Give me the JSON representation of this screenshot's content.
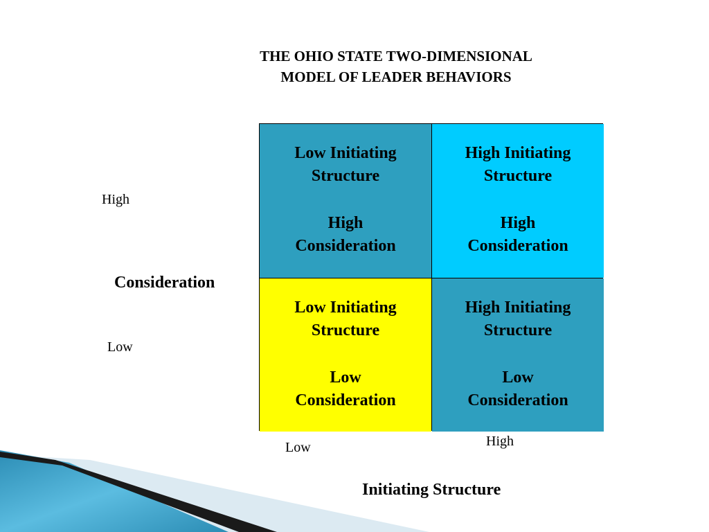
{
  "title": {
    "line1": "THE OHIO STATE TWO-DIMENSIONAL",
    "line2": "MODEL OF LEADER BEHAVIORS"
  },
  "y_axis": {
    "title": "Consideration",
    "high_label": "High",
    "low_label": "Low"
  },
  "x_axis": {
    "title": "Initiating Structure",
    "low_label": "Low",
    "high_label": "High"
  },
  "quadrants": [
    {
      "position": "top-left",
      "color": "#2E9FBF",
      "structure_line1": "Low Initiating",
      "structure_line2": "Structure",
      "consideration_line1": "High",
      "consideration_line2": "Consideration"
    },
    {
      "position": "top-right",
      "color": "#00CCFF",
      "structure_line1": "High Initiating",
      "structure_line2": "Structure",
      "consideration_line1": "High",
      "consideration_line2": "Consideration"
    },
    {
      "position": "bottom-left",
      "color": "#FFFF00",
      "structure_line1": "Low Initiating",
      "structure_line2": "Structure",
      "consideration_line1": "Low",
      "consideration_line2": "Consideration"
    },
    {
      "position": "bottom-right",
      "color": "#2E9FBF",
      "structure_line1": "High Initiating",
      "structure_line2": "Structure",
      "consideration_line1": "Low",
      "consideration_line2": "Consideration"
    }
  ],
  "decoration": {
    "ribbon_light": "#DCEAF2",
    "ribbon_blue": "#3FA9CF",
    "ribbon_dark": "#1A1A1A"
  }
}
